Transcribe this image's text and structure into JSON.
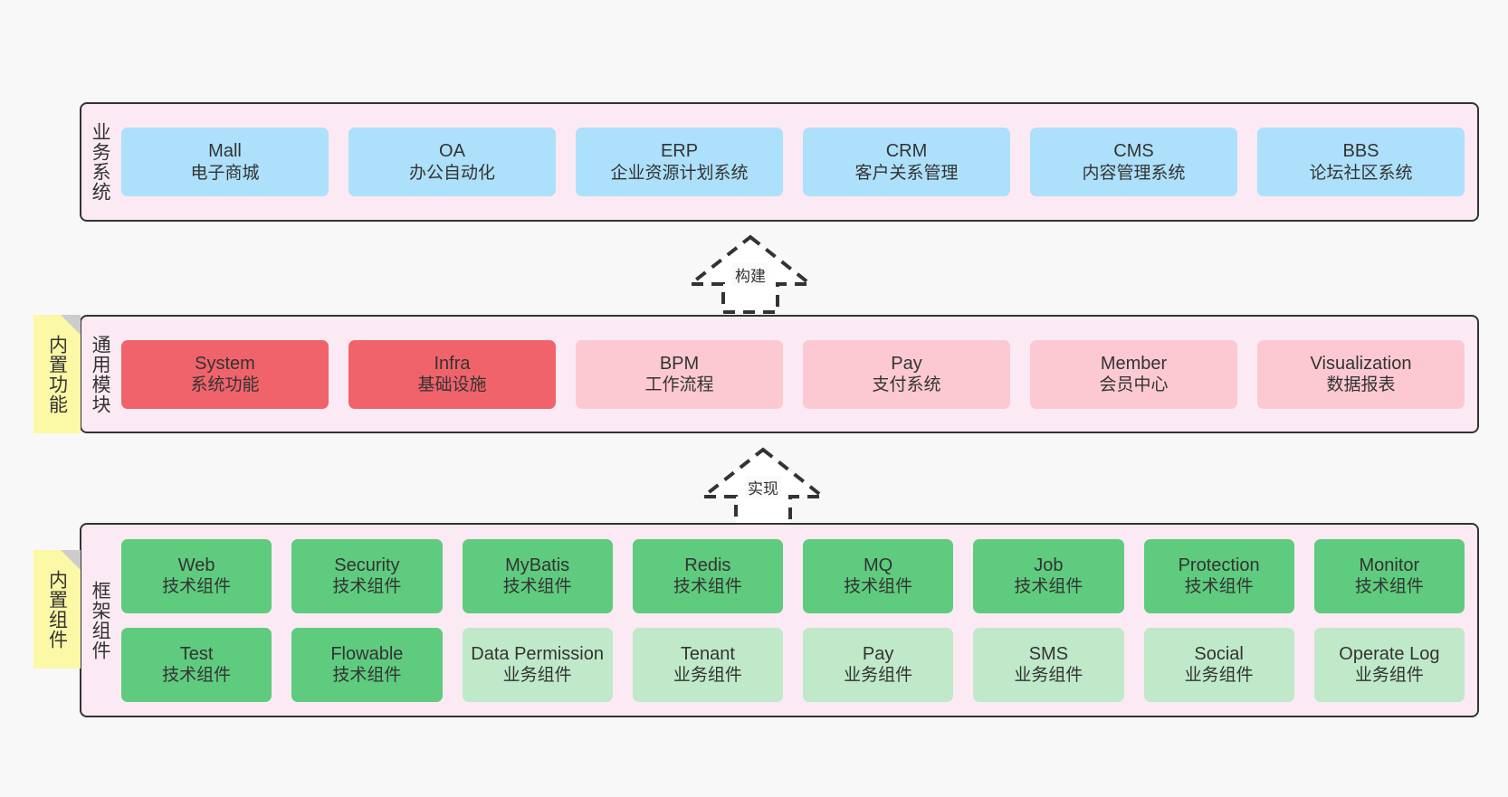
{
  "diagram": {
    "title": "Framework architecture layers",
    "colors": {
      "container_bg": "#fbeaf3",
      "container_border": "#333333",
      "business_card": "#ade0fb",
      "module_core": "#f0636b",
      "module_optional": "#fcc9d2",
      "tech_component": "#5fcb7f",
      "biz_component": "#bfe9c9",
      "note_bg": "#fbf8a6",
      "note_fold": "#cccccc",
      "canvas_bg": "#f8f8f8"
    }
  },
  "layers": {
    "business": {
      "label": "业务系统",
      "cards": [
        {
          "title": "Mall",
          "sub": "电子商城"
        },
        {
          "title": "OA",
          "sub": "办公自动化"
        },
        {
          "title": "ERP",
          "sub": "企业资源计划系统"
        },
        {
          "title": "CRM",
          "sub": "客户关系管理"
        },
        {
          "title": "CMS",
          "sub": "内容管理系统"
        },
        {
          "title": "BBS",
          "sub": "论坛社区系统"
        }
      ]
    },
    "modules": {
      "label": "通用模块",
      "cards": [
        {
          "title": "System",
          "sub": "系统功能",
          "variant": "red"
        },
        {
          "title": "Infra",
          "sub": "基础设施",
          "variant": "red"
        },
        {
          "title": "BPM",
          "sub": "工作流程",
          "variant": "pink"
        },
        {
          "title": "Pay",
          "sub": "支付系统",
          "variant": "pink"
        },
        {
          "title": "Member",
          "sub": "会员中心",
          "variant": "pink"
        },
        {
          "title": "Visualization",
          "sub": "数据报表",
          "variant": "pink"
        }
      ]
    },
    "framework": {
      "label": "框架组件",
      "row1": [
        {
          "title": "Web",
          "sub": "技术组件",
          "variant": "green"
        },
        {
          "title": "Security",
          "sub": "技术组件",
          "variant": "green"
        },
        {
          "title": "MyBatis",
          "sub": "技术组件",
          "variant": "green"
        },
        {
          "title": "Redis",
          "sub": "技术组件",
          "variant": "green"
        },
        {
          "title": "MQ",
          "sub": "技术组件",
          "variant": "green"
        },
        {
          "title": "Job",
          "sub": "技术组件",
          "variant": "green"
        },
        {
          "title": "Protection",
          "sub": "技术组件",
          "variant": "green"
        },
        {
          "title": "Monitor",
          "sub": "技术组件",
          "variant": "green"
        }
      ],
      "row2": [
        {
          "title": "Test",
          "sub": "技术组件",
          "variant": "green"
        },
        {
          "title": "Flowable",
          "sub": "技术组件",
          "variant": "green"
        },
        {
          "title": "Data Permission",
          "sub": "业务组件",
          "variant": "lightgreen"
        },
        {
          "title": "Tenant",
          "sub": "业务组件",
          "variant": "lightgreen"
        },
        {
          "title": "Pay",
          "sub": "业务组件",
          "variant": "lightgreen"
        },
        {
          "title": "SMS",
          "sub": "业务组件",
          "variant": "lightgreen"
        },
        {
          "title": "Social",
          "sub": "业务组件",
          "variant": "lightgreen"
        },
        {
          "title": "Operate Log",
          "sub": "业务组件",
          "variant": "lightgreen"
        }
      ]
    }
  },
  "notes": [
    {
      "text": "内置功能"
    },
    {
      "text": "内置组件"
    }
  ],
  "arrows": [
    {
      "label": "构建",
      "direction": "up"
    },
    {
      "label": "实现",
      "direction": "up"
    }
  ]
}
